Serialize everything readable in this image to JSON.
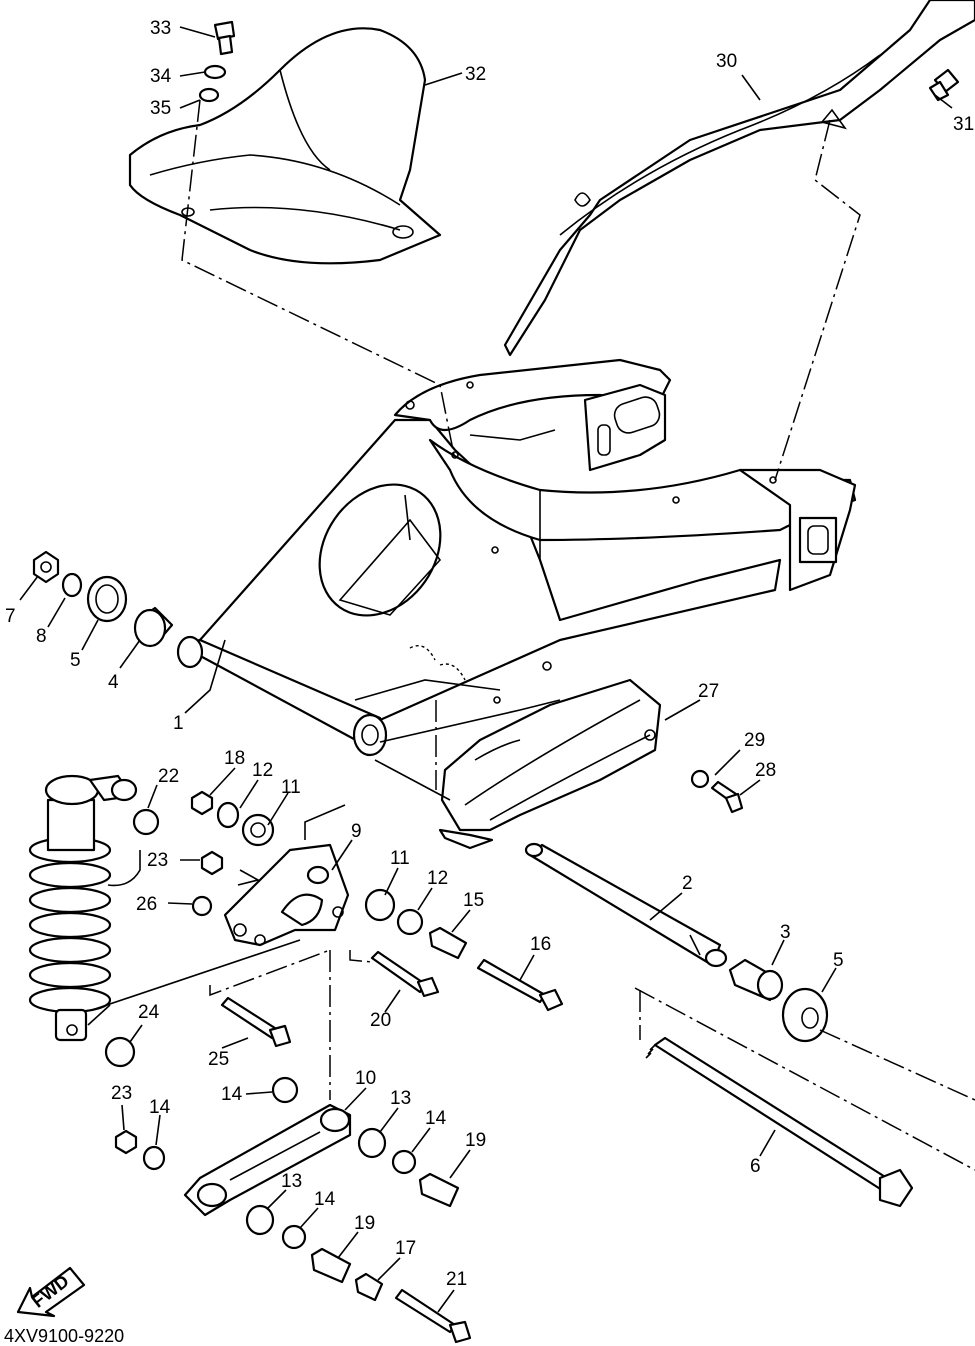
{
  "diagram": {
    "part_code": "4XV9100-9220",
    "fwd_label": "FWD",
    "callouts": [
      "33",
      "34",
      "35",
      "32",
      "30",
      "31",
      "7",
      "8",
      "5",
      "4",
      "1",
      "27",
      "29",
      "28",
      "18",
      "12",
      "11",
      "22",
      "9",
      "23",
      "26",
      "11",
      "12",
      "15",
      "16",
      "2",
      "3",
      "5",
      "20",
      "24",
      "25",
      "10",
      "13",
      "14",
      "14",
      "23",
      "14",
      "13",
      "19",
      "13",
      "14",
      "19",
      "17",
      "21",
      "6"
    ]
  }
}
